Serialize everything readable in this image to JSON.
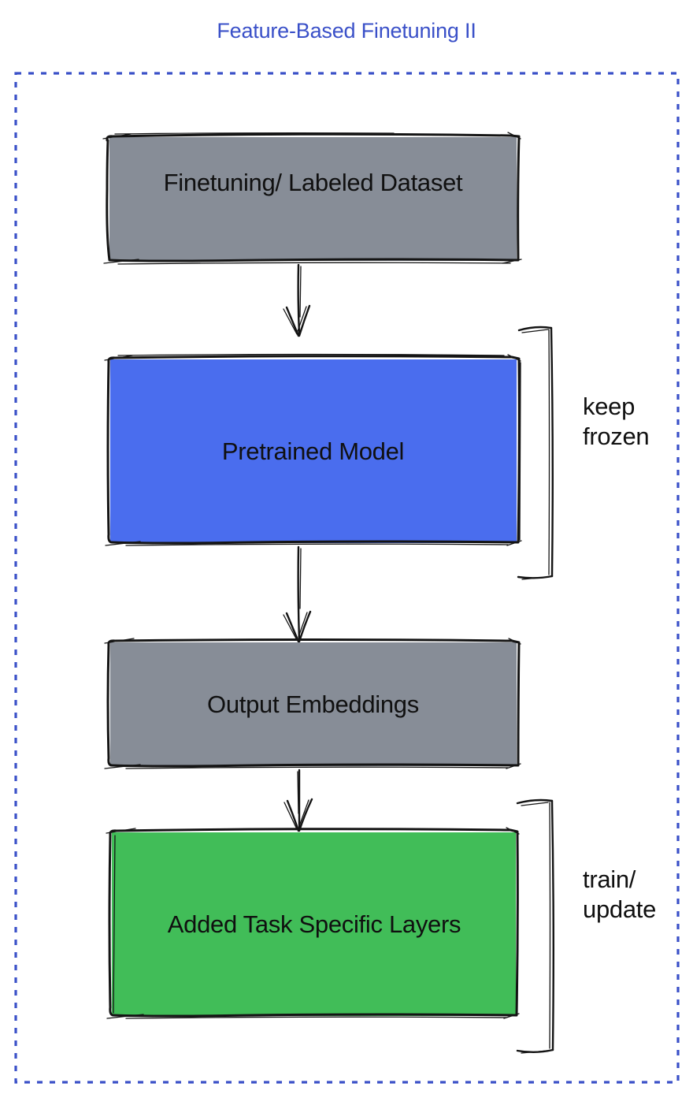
{
  "title": "Feature-Based Finetuning II",
  "boxes": [
    {
      "id": "finetuning-dataset",
      "label": "Finetuning/ Labeled Dataset",
      "fill": "gray"
    },
    {
      "id": "pretrained-model",
      "label": "Pretrained Model",
      "fill": "blue"
    },
    {
      "id": "output-embeddings",
      "label": "Output Embeddings",
      "fill": "gray"
    },
    {
      "id": "task-specific-layers",
      "label": "Added Task Specific Layers",
      "fill": "green"
    }
  ],
  "annotations": [
    {
      "id": "keep-frozen",
      "label": "keep\nfrozen",
      "target": "pretrained-model"
    },
    {
      "id": "train-update",
      "label": "train/\nupdate",
      "target": "task-specific-layers"
    }
  ],
  "colors": {
    "accent_blue": "#3A50C8",
    "box_gray": "#878D97",
    "box_blue": "#4A6DEE",
    "box_green": "#41BD58",
    "stroke_black": "#141414"
  }
}
